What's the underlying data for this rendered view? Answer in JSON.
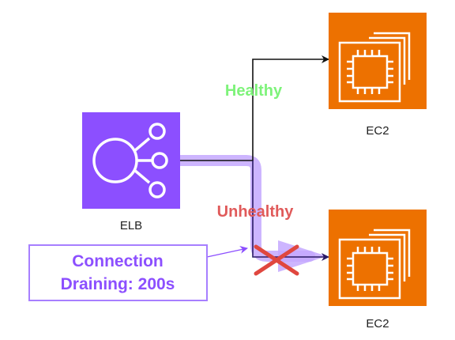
{
  "colors": {
    "elb_fill": "#8c4fff",
    "ec2_fill": "#ed7100",
    "healthy_text": "#7ef37a",
    "unhealthy_text": "#e05a5a",
    "drain_highlight": "#c4a8ff",
    "callout_border": "#a77fff",
    "callout_text": "#8c4fff",
    "cross": "#e0473f"
  },
  "nodes": {
    "elb": {
      "label": "ELB",
      "icon": "elastic-load-balancing-icon"
    },
    "ec2_top": {
      "label": "EC2",
      "icon": "cpu-chip-icon"
    },
    "ec2_bottom": {
      "label": "EC2",
      "icon": "cpu-chip-icon"
    }
  },
  "edges": {
    "healthy": {
      "label": "Healthy"
    },
    "unhealthy": {
      "label": "Unhealthy"
    }
  },
  "callout": {
    "line1": "Connection",
    "line2": "Draining: 200s"
  }
}
